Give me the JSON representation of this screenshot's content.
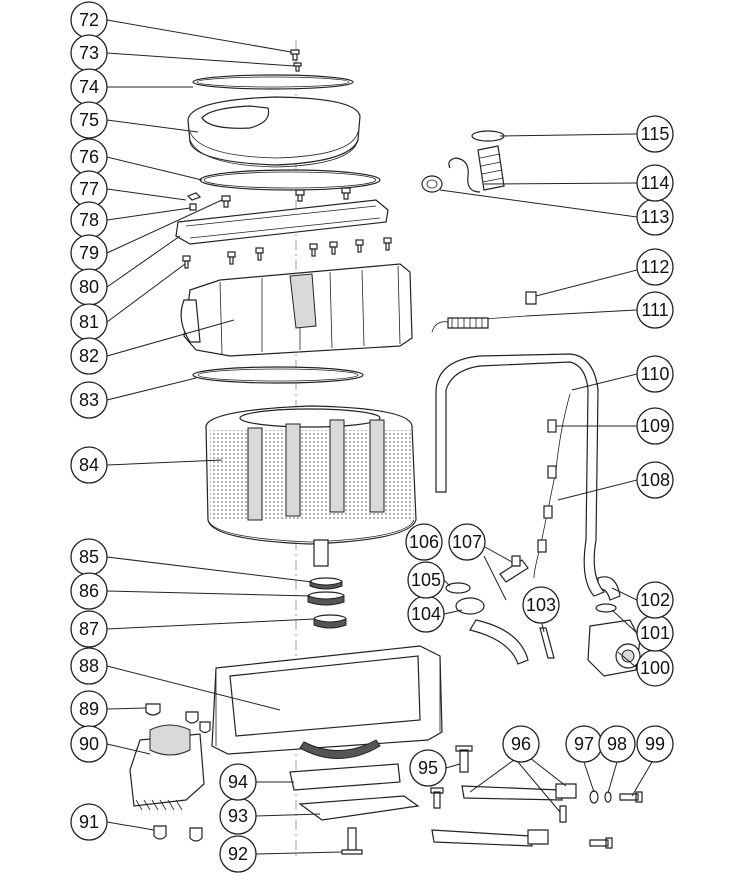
{
  "callouts": [
    {
      "id": "c72",
      "label": "72"
    },
    {
      "id": "c73",
      "label": "73"
    },
    {
      "id": "c74",
      "label": "74"
    },
    {
      "id": "c75",
      "label": "75"
    },
    {
      "id": "c76",
      "label": "76"
    },
    {
      "id": "c77",
      "label": "77"
    },
    {
      "id": "c78",
      "label": "78"
    },
    {
      "id": "c79",
      "label": "79"
    },
    {
      "id": "c80",
      "label": "80"
    },
    {
      "id": "c81",
      "label": "81"
    },
    {
      "id": "c82",
      "label": "82"
    },
    {
      "id": "c83",
      "label": "83"
    },
    {
      "id": "c84",
      "label": "84"
    },
    {
      "id": "c85",
      "label": "85"
    },
    {
      "id": "c86",
      "label": "86"
    },
    {
      "id": "c87",
      "label": "87"
    },
    {
      "id": "c88",
      "label": "88"
    },
    {
      "id": "c89",
      "label": "89"
    },
    {
      "id": "c90",
      "label": "90"
    },
    {
      "id": "c91",
      "label": "91"
    },
    {
      "id": "c92",
      "label": "92"
    },
    {
      "id": "c93",
      "label": "93"
    },
    {
      "id": "c94",
      "label": "94"
    },
    {
      "id": "c95",
      "label": "95"
    },
    {
      "id": "c96",
      "label": "96"
    },
    {
      "id": "c97",
      "label": "97"
    },
    {
      "id": "c98",
      "label": "98"
    },
    {
      "id": "c99",
      "label": "99"
    },
    {
      "id": "c100",
      "label": "100"
    },
    {
      "id": "c101",
      "label": "101"
    },
    {
      "id": "c102",
      "label": "102"
    },
    {
      "id": "c103",
      "label": "103"
    },
    {
      "id": "c104",
      "label": "104"
    },
    {
      "id": "c105",
      "label": "105"
    },
    {
      "id": "c106",
      "label": "106"
    },
    {
      "id": "c107",
      "label": "107"
    },
    {
      "id": "c108",
      "label": "108"
    },
    {
      "id": "c109",
      "label": "109"
    },
    {
      "id": "c110",
      "label": "110"
    },
    {
      "id": "c111",
      "label": "111"
    },
    {
      "id": "c112",
      "label": "112"
    },
    {
      "id": "c113",
      "label": "113"
    },
    {
      "id": "c114",
      "label": "114"
    },
    {
      "id": "c115",
      "label": "115"
    }
  ]
}
